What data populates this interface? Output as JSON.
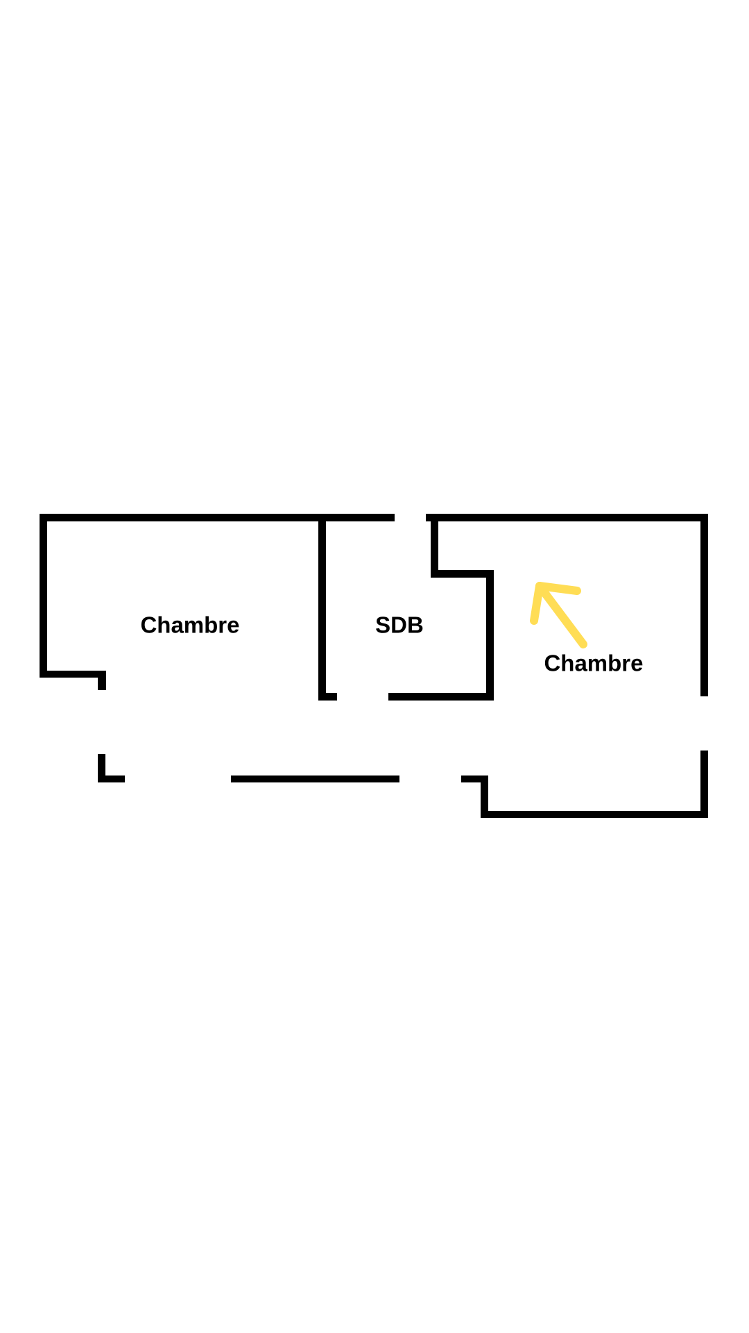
{
  "floor_plan": {
    "rooms": [
      {
        "label": "Chambre"
      },
      {
        "label": "SDB"
      },
      {
        "label": "Chambre"
      }
    ],
    "colors": {
      "walls": "#000000",
      "arrow": "#FFDD55",
      "background": "#FFFFFF"
    },
    "arrow_icon": "arrow-up-left"
  }
}
